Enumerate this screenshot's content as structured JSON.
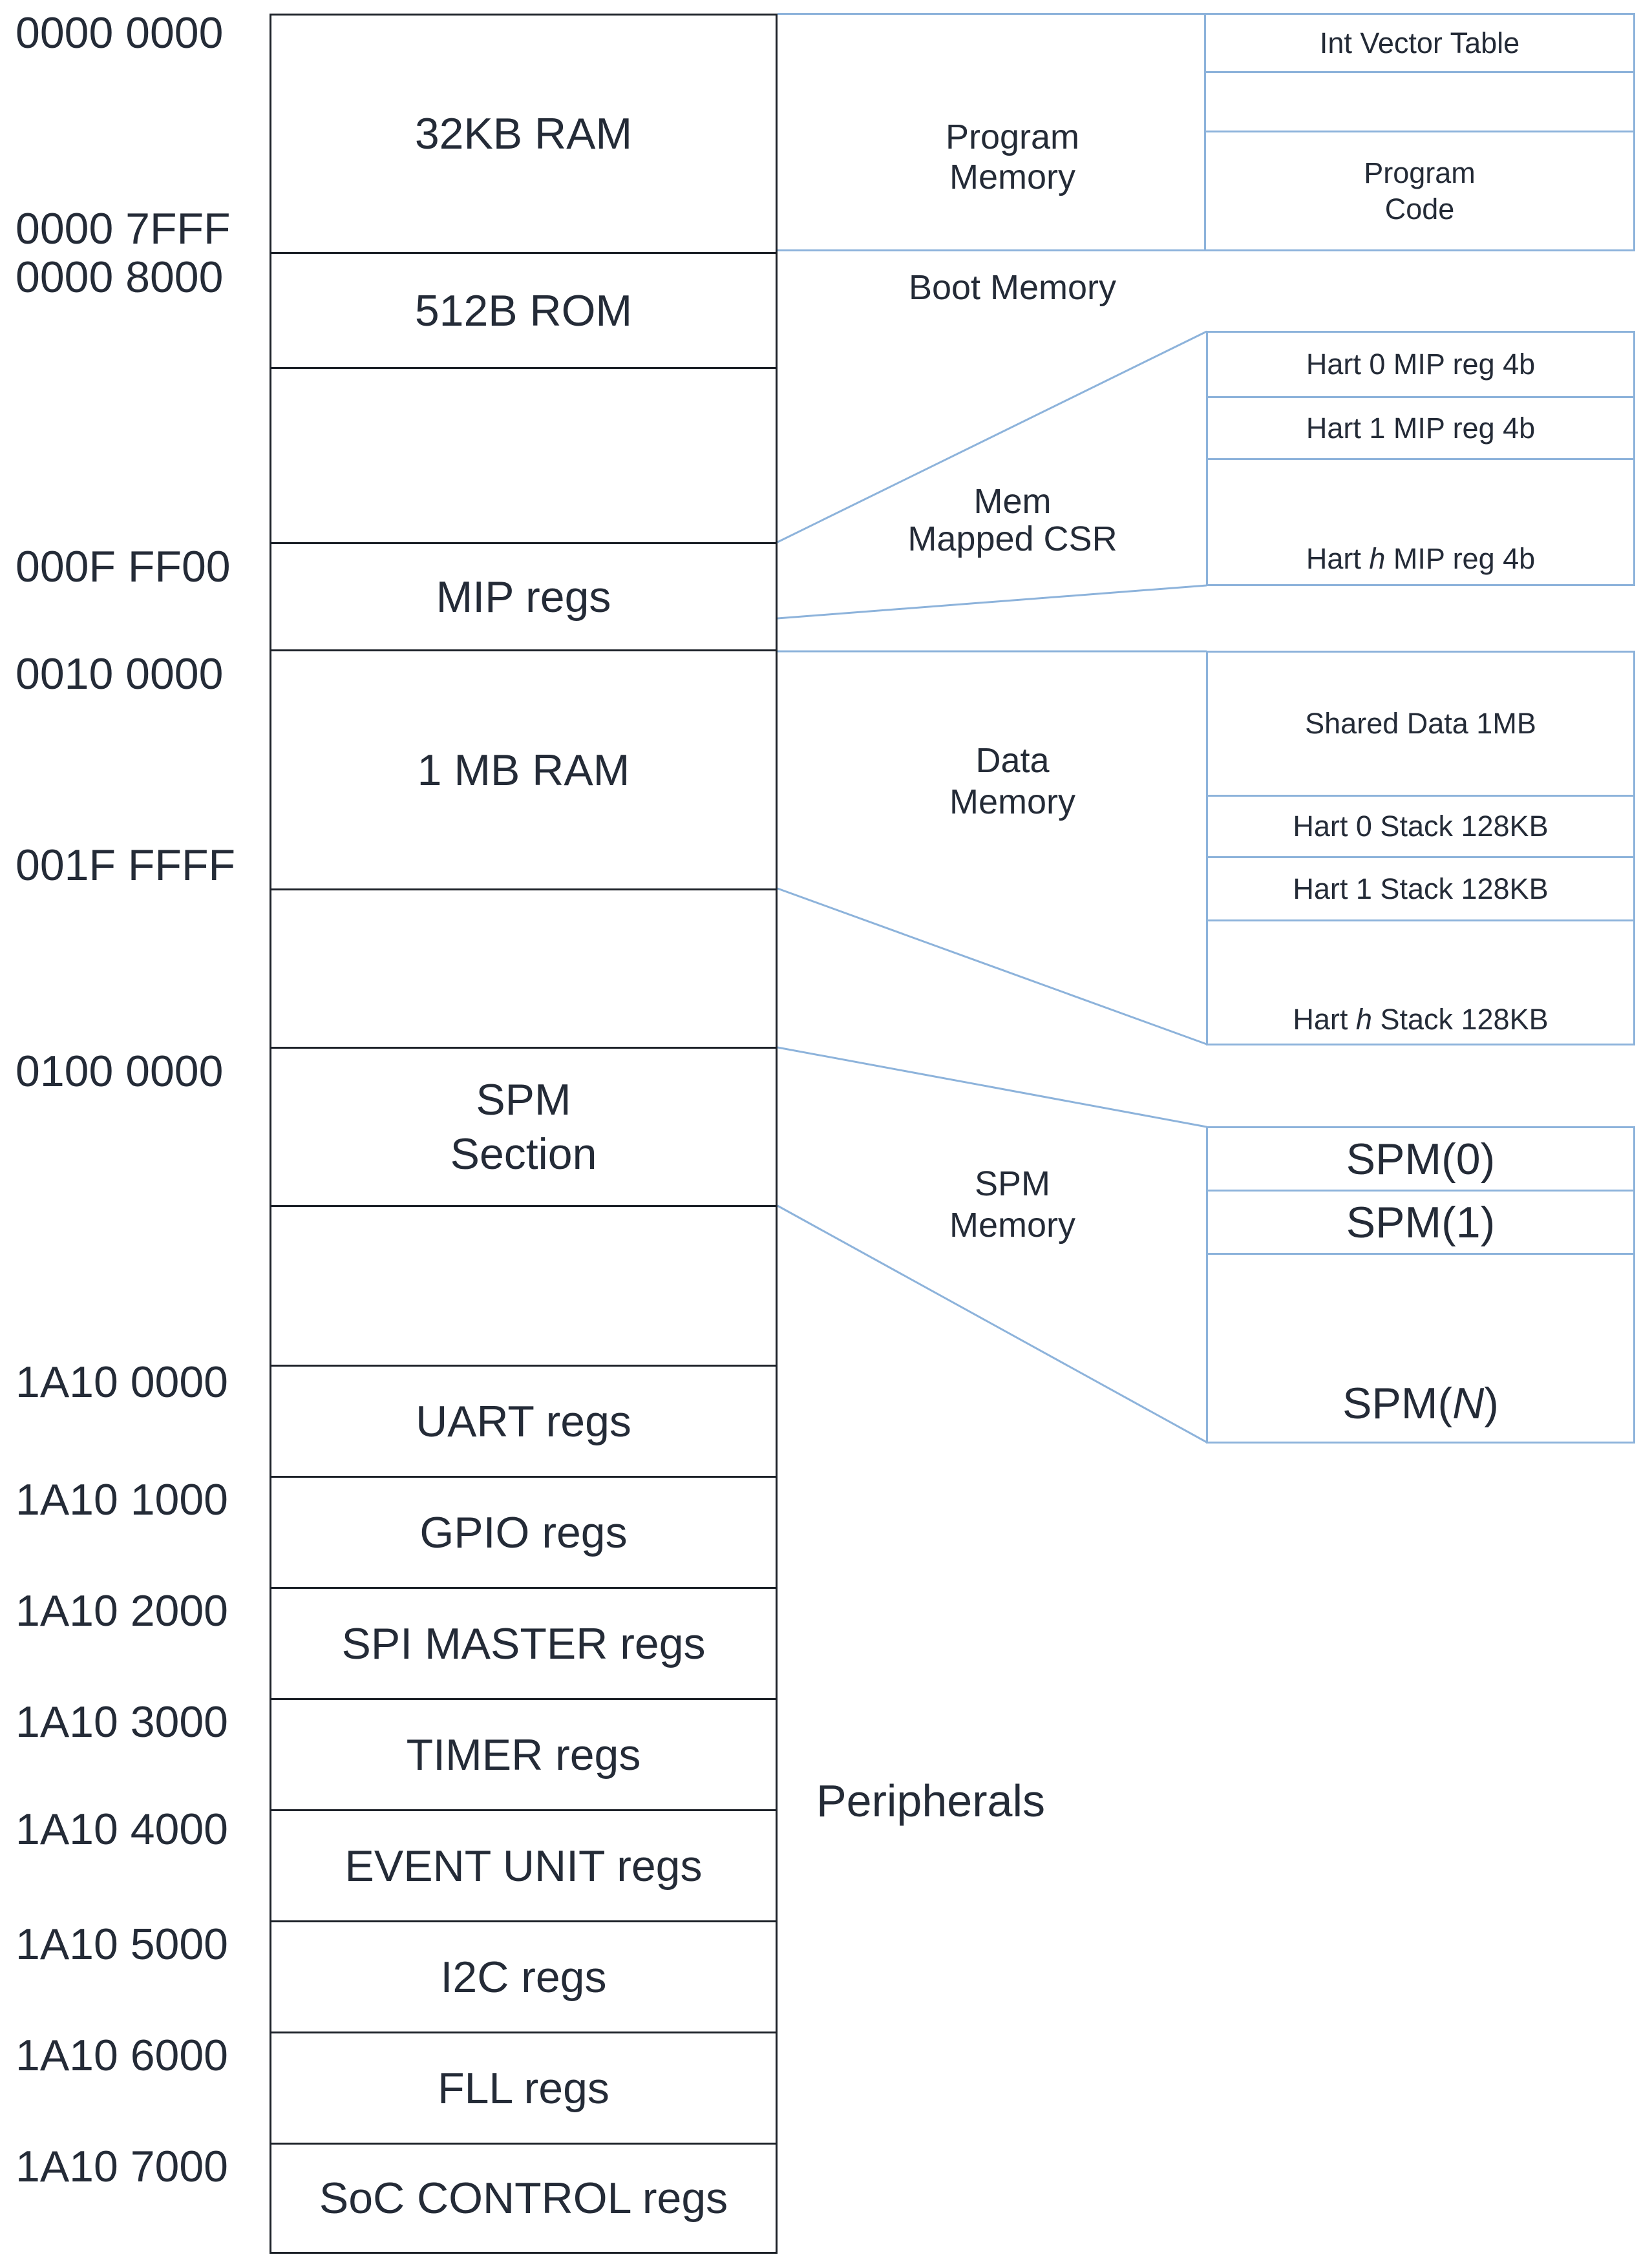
{
  "colors": {
    "accent_blue": "#8db3db",
    "line_dark": "#1c2128",
    "text": "#242b37"
  },
  "addresses": [
    "0000 0000",
    "0000 7FFF",
    "0000 8000",
    "000F FF00",
    "0010 0000",
    "001F FFFF",
    "0100 0000",
    "1A10 0000",
    "1A10 1000",
    "1A10 2000",
    "1A10 3000",
    "1A10 4000",
    "1A10 5000",
    "1A10 6000",
    "1A10 7000"
  ],
  "main_column": {
    "rows": [
      {
        "label": "32KB RAM"
      },
      {
        "label": "512B ROM"
      },
      {
        "label": ""
      },
      {
        "label": "MIP regs"
      },
      {
        "label": "1 MB RAM"
      },
      {
        "label": ""
      },
      {
        "label": "SPM\nSection"
      },
      {
        "label": ""
      },
      {
        "label": "UART regs"
      },
      {
        "label": "GPIO regs"
      },
      {
        "label": "SPI MASTER regs"
      },
      {
        "label": "TIMER regs"
      },
      {
        "label": "EVENT UNIT regs"
      },
      {
        "label": "I2C regs"
      },
      {
        "label": "FLL regs"
      },
      {
        "label": "SoC CONTROL regs"
      }
    ]
  },
  "regions": {
    "program_memory": {
      "label": "Program\nMemory"
    },
    "boot_memory": {
      "label": "Boot Memory"
    },
    "mem_mapped_csr": {
      "label": "Mem\nMapped CSR"
    },
    "data_memory": {
      "label": "Data\nMemory"
    },
    "spm_memory": {
      "label": "SPM\nMemory"
    },
    "peripherals": {
      "label": "Peripherals"
    }
  },
  "program_detail": {
    "int_vector": "Int Vector Table",
    "empty": "",
    "program_code": "Program\nCode"
  },
  "mip_detail": {
    "hart0": "Hart 0 MIP reg 4b",
    "hart1": "Hart 1 MIP reg 4b",
    "hart_h": {
      "prefix": "Hart ",
      "italic": "h",
      "suffix": " MIP reg 4b"
    }
  },
  "data_detail": {
    "shared": "Shared Data 1MB",
    "hart0": "Hart 0 Stack 128KB",
    "hart1": "Hart 1 Stack 128KB",
    "hart_h": {
      "prefix": "Hart ",
      "italic": "h",
      "suffix": " Stack 128KB"
    }
  },
  "spm_detail": {
    "spm0": "SPM(0)",
    "spm1": "SPM(1)",
    "spm_n": {
      "prefix": "SPM(",
      "italic": "N",
      "suffix": ")"
    }
  }
}
